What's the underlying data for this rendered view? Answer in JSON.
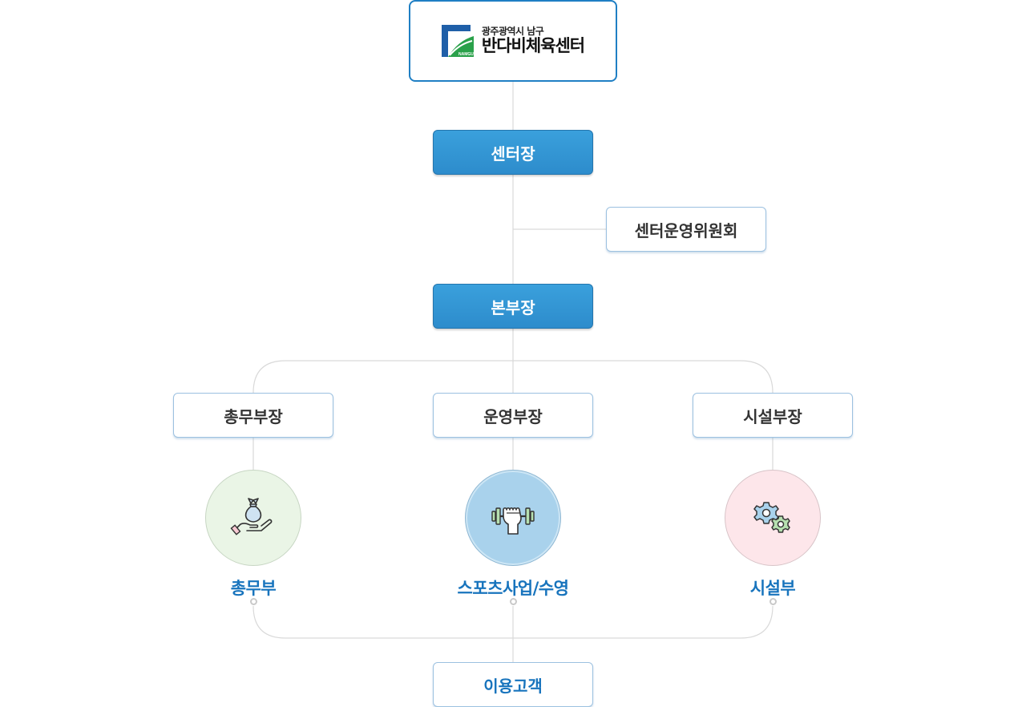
{
  "logo": {
    "subtitle": "광주광역시 남구",
    "title": "반다비체육센터",
    "emblem_text": "NAMGU"
  },
  "nodes": {
    "director": "센터장",
    "committee": "센터운영위원회",
    "head_manager": "본부장",
    "managers": [
      "총무부장",
      "운영부장",
      "시설부장"
    ],
    "departments": [
      "총무부",
      "스포츠사업/수영",
      "시설부"
    ],
    "customer": "이용고객"
  },
  "icons": [
    "money-bag-hand-icon",
    "dumbbell-fist-icon",
    "gears-icon"
  ],
  "colors": {
    "accent_blue": "#2d8ccc",
    "label_blue": "#1874bd",
    "circle_green": "#eaf5e6",
    "circle_blue": "#a9d2ec",
    "circle_pink": "#fde6ea",
    "line_gray": "#d6d6d6"
  }
}
